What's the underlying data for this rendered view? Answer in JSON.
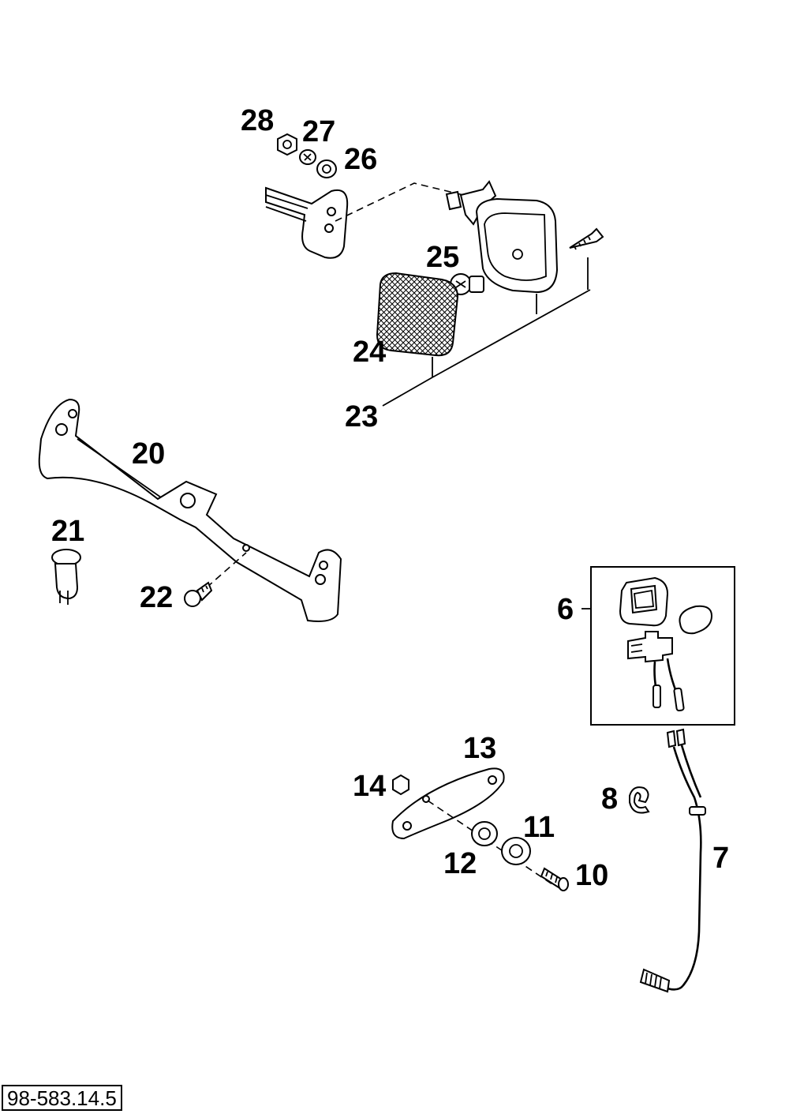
{
  "drawing_code": "98-583.14.5",
  "callouts": [
    {
      "id": "28",
      "label": "28"
    },
    {
      "id": "27",
      "label": "27"
    },
    {
      "id": "26",
      "label": "26"
    },
    {
      "id": "25",
      "label": "25"
    },
    {
      "id": "24",
      "label": "24"
    },
    {
      "id": "23",
      "label": "23"
    },
    {
      "id": "20",
      "label": "20"
    },
    {
      "id": "21",
      "label": "21"
    },
    {
      "id": "22",
      "label": "22"
    },
    {
      "id": "6",
      "label": "6"
    },
    {
      "id": "13",
      "label": "13"
    },
    {
      "id": "14",
      "label": "14"
    },
    {
      "id": "8",
      "label": "8"
    },
    {
      "id": "11",
      "label": "11"
    },
    {
      "id": "12",
      "label": "12"
    },
    {
      "id": "10",
      "label": "10"
    },
    {
      "id": "7",
      "label": "7"
    }
  ],
  "colors": {
    "ink": "#000000",
    "paper": "#ffffff"
  }
}
